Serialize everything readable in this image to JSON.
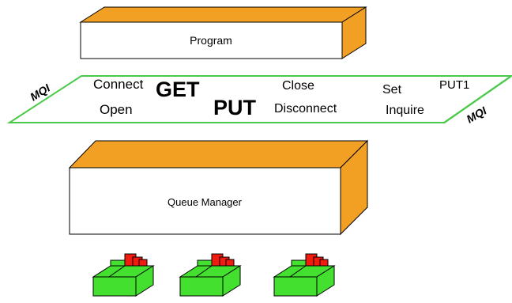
{
  "program_box": {
    "label": "Program"
  },
  "mqi_band": {
    "left_tag": "MQI",
    "right_tag": "MQI",
    "calls": {
      "connect": "Connect",
      "open": "Open",
      "get": "GET",
      "put": "PUT",
      "close": "Close",
      "disconnect": "Disconnect",
      "set": "Set",
      "inquire": "Inquire",
      "put1": "PUT1"
    }
  },
  "queue_manager_box": {
    "label": "Queue Manager"
  },
  "queues": {
    "count": 3
  },
  "colors": {
    "box_top": "#f2a024",
    "box_side": "#f2a024",
    "band_outline": "#4bc94b",
    "queue_green": "#43e02f",
    "queue_red": "#f21b10",
    "outline": "#000000"
  }
}
